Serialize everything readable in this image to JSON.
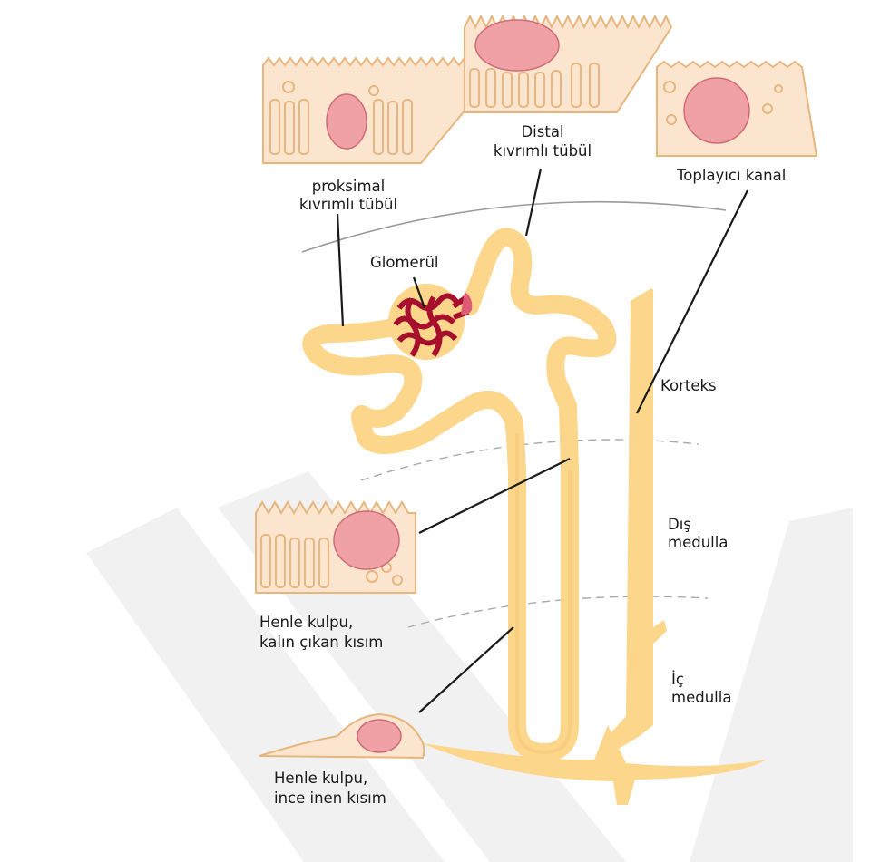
{
  "labels": {
    "proximal_line1": "proksimal",
    "proximal_line2": "kıvrımlı tübül",
    "distal_line1": "Distal",
    "distal_line2": "kıvrımlı tübül",
    "collecting": "Toplayıcı kanal",
    "glomerulus": "Glomerül",
    "cortex": "Korteks",
    "outer_medulla_line1": "Dış",
    "outer_medulla_line2": "medulla",
    "inner_medulla_line1": "İç",
    "inner_medulla_line2": "medulla",
    "thick_line1": "Henle kulpu,",
    "thick_line2": "kalın çıkan kısım",
    "thin_line1": "Henle kulpu,",
    "thin_line2": "ince inen kısım"
  },
  "colors": {
    "tubule": "#fcd68a",
    "tubule_dark": "#f0bb63",
    "cell_fill": "#fbe5cf",
    "cell_stroke": "#e6b67e",
    "nucleus": "#f0a1a6",
    "nucleus_stroke": "#cf6c78",
    "glomerulus": "#a6102c",
    "boundary": "#9a9a9a",
    "watermark": "#f1f1f1"
  }
}
